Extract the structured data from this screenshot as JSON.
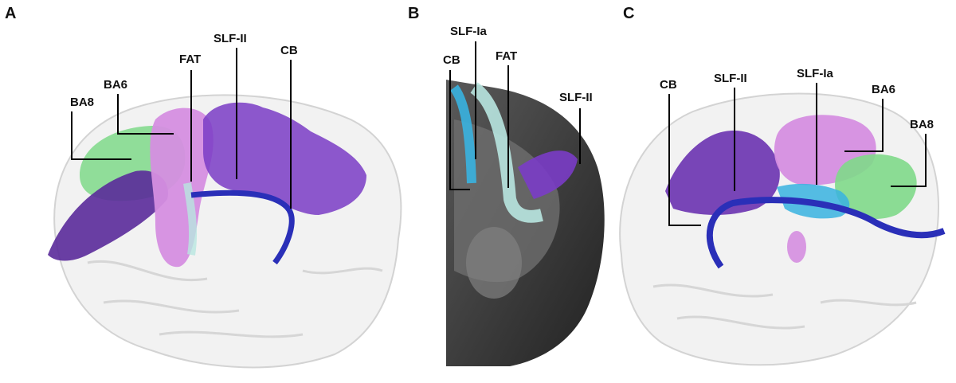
{
  "panels": [
    {
      "letter": "A",
      "labels": {
        "ba8": "BA8",
        "ba6": "BA6",
        "fat": "FAT",
        "slf2": "SLF-II",
        "cb": "CB"
      }
    },
    {
      "letter": "B",
      "labels": {
        "slf1a": "SLF-Ia",
        "cb": "CB",
        "fat": "FAT",
        "slf2": "SLF-II"
      }
    },
    {
      "letter": "C",
      "labels": {
        "cb": "CB",
        "slf2": "SLF-II",
        "slf1a": "SLF-Ia",
        "ba6": "BA6",
        "ba8": "BA8"
      }
    }
  ],
  "colors": {
    "slf_fibers": "#7a3cc6",
    "cingulum": "#2a2fb8",
    "fat": "#b8e6e0",
    "slf1a": "#38b3e0",
    "ba6": "#d58ee0",
    "ba8": "#7fd98a",
    "brain_outline": "#c8c8c8",
    "slice_gray": "#3a3a3a"
  }
}
